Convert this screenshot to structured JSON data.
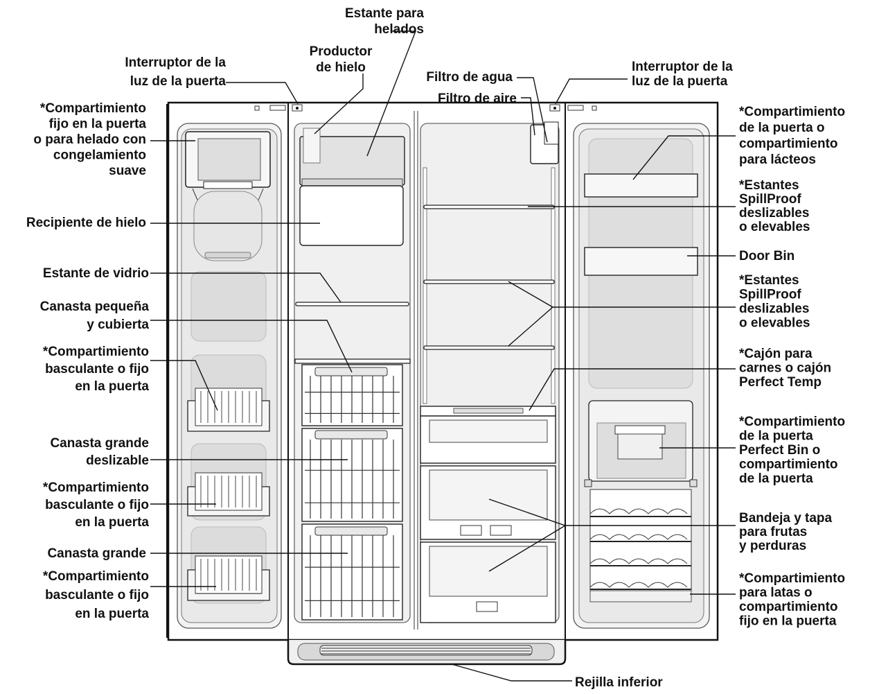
{
  "labels": {
    "estante_helados": [
      "Estante para",
      "helados"
    ],
    "productor_hielo": [
      "Productor",
      "de hielo"
    ],
    "interruptor_izq": [
      "Interruptor de la",
      "luz de la puerta"
    ],
    "interruptor_der": [
      "Interruptor de la",
      "luz de la puerta"
    ],
    "filtro_agua": [
      "Filtro de agua"
    ],
    "filtro_aire": [
      "Filtro de aire"
    ],
    "comp_fijo_helado": [
      "*Compartimiento",
      "fijo en la puerta",
      "o para helado con",
      "congelamiento",
      "suave"
    ],
    "recipiente_hielo": [
      "Recipiente de hielo"
    ],
    "estante_vidrio": [
      "Estante de vidrio"
    ],
    "canasta_pequena": [
      "Canasta pequeña",
      "y cubierta"
    ],
    "comp_basculante_1": [
      "*Compartimiento",
      "basculante o fijo",
      "en la puerta"
    ],
    "canasta_grande_desl": [
      "Canasta grande",
      "deslizable"
    ],
    "comp_basculante_2": [
      "*Compartimiento",
      "basculante o fijo",
      "en la puerta"
    ],
    "canasta_grande": [
      "Canasta grande"
    ],
    "comp_basculante_3": [
      "*Compartimiento",
      "basculante o fijo",
      "en la puerta"
    ],
    "comp_lacteos": [
      "*Compartimiento",
      "de la puerta o",
      "compartimiento",
      "para lácteos"
    ],
    "spillproof_1": [
      "*Estantes",
      "SpillProof",
      "deslizables",
      "o elevables"
    ],
    "door_bin": [
      "Door Bin"
    ],
    "spillproof_2": [
      "*Estantes",
      "SpillProof",
      "deslizables",
      "o elevables"
    ],
    "cajon_carnes": [
      "*Cajón para",
      "carnes o cajón",
      "Perfect Temp"
    ],
    "perfect_bin": [
      "*Compartimiento",
      "de la puerta",
      "Perfect Bin o",
      "compartimiento",
      "de la puerta"
    ],
    "bandeja_frutas": [
      "Bandeja y tapa",
      "para frutas",
      "y perduras"
    ],
    "comp_latas": [
      "*Compartimiento",
      "para latas o",
      "compartimiento",
      "fijo en la puerta"
    ],
    "rejilla": [
      "Rejilla inferior"
    ]
  }
}
